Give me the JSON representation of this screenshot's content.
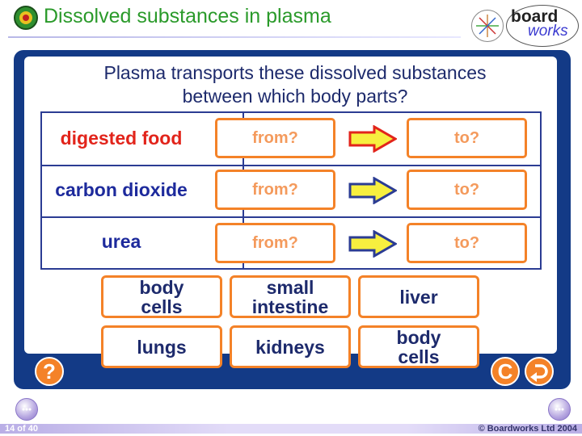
{
  "header": {
    "title": "Dissolved substances in plasma"
  },
  "logo": {
    "board": "board",
    "works": "works"
  },
  "question": {
    "line1": "Plasma transports these dissolved substances",
    "line2": "between which body parts?"
  },
  "rows": [
    {
      "substance": "digested food",
      "from": "from?",
      "to": "to?",
      "label_color": "#e2241b",
      "arrow_fill": "#f7ef3f",
      "arrow_stroke": "#e2241b"
    },
    {
      "substance": "carbon dioxide",
      "from": "from?",
      "to": "to?",
      "label_color": "#1d2a9c",
      "arrow_fill": "#f7ef3f",
      "arrow_stroke": "#2b3c93"
    },
    {
      "substance": "urea",
      "from": "from?",
      "to": "to?",
      "label_color": "#1d2a9c",
      "arrow_fill": "#f7ef3f",
      "arrow_stroke": "#2b3c93"
    }
  ],
  "cards": [
    {
      "line1": "body",
      "line2": "cells"
    },
    {
      "line1": "small",
      "line2": "intestine"
    },
    {
      "line1": "liver",
      "line2": ""
    },
    {
      "line1": "lungs",
      "line2": ""
    },
    {
      "line1": "kidneys",
      "line2": ""
    },
    {
      "line1": "body",
      "line2": "cells"
    }
  ],
  "buttons": {
    "help": "?",
    "clear": "C",
    "undo_icon": "undo-arrow"
  },
  "footer": {
    "page": "14 of 40",
    "copyright": "© Boardworks Ltd 2004"
  },
  "colors": {
    "panel": "#133a86",
    "accent": "#f48228",
    "title_green": "#2a9a2a"
  }
}
